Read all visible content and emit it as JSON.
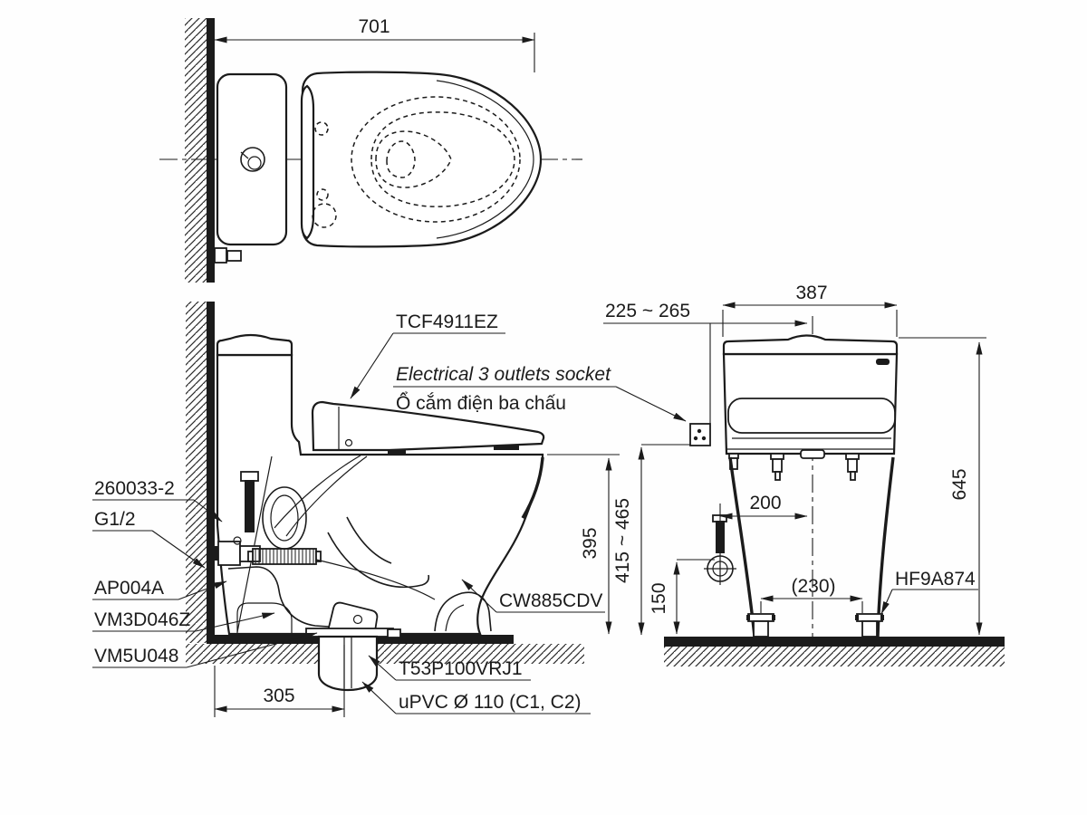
{
  "drawing": {
    "product_codes": {
      "washlet": "TCF4911EZ",
      "socket_label_en": "Electrical 3 outlets socket",
      "socket_label_vi": "Ổ cắm điện ba chấu",
      "supply_hose": "260033-2",
      "thread": "G1/2",
      "stop_valve": "AP004A",
      "gasket": "VM3D046Z",
      "flange": "VM5U048",
      "bowl": "CW885CDV",
      "joint": "T53P100VRJ1",
      "drain_pipe": "uPVC Ø 110 (C1, C2)",
      "bolt_cap": "HF9A874"
    },
    "dimensions": {
      "overall_depth": "701",
      "bowl_height": "395",
      "trap_rough_in": "305",
      "tank_width": "387",
      "socket_side_offset": "225 ~ 265",
      "socket_height": "415 ~ 465",
      "overall_height": "645",
      "supply_side_offset": "200",
      "supply_height": "150",
      "bolt_spacing": "(230)"
    }
  }
}
